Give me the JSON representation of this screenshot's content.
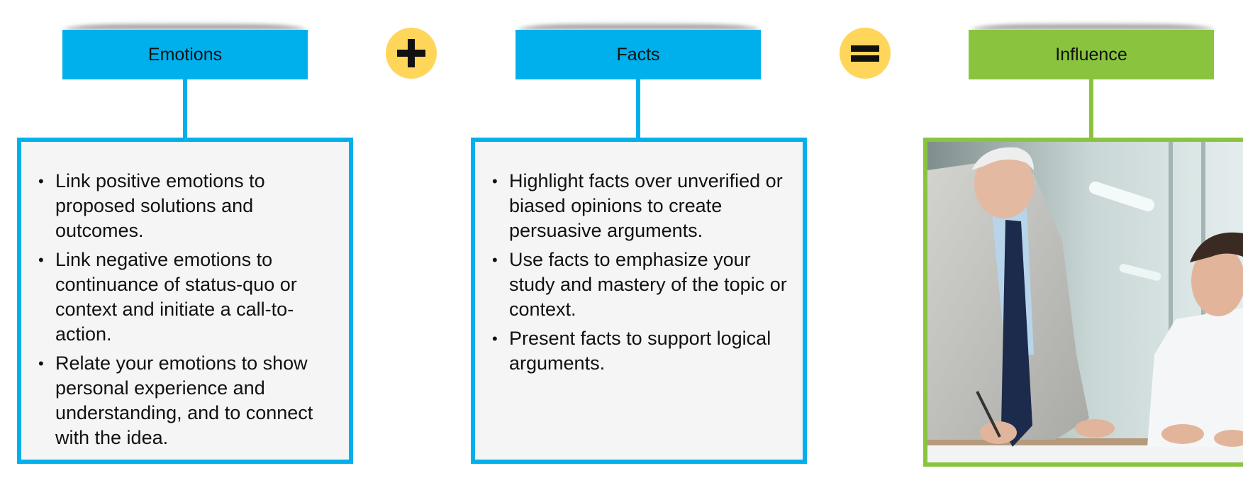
{
  "columns": [
    {
      "header": "Emotions",
      "bullets": [
        "Link positive emotions to proposed solutions and outcomes.",
        "Link negative emotions to continuance of status-quo or context and initiate a call-to-action.",
        "Relate your emotions to show personal experience and understanding, and to connect with the idea."
      ]
    },
    {
      "header": "Facts",
      "bullets": [
        "Highlight facts over unverified or biased opinions to create persuasive arguments.",
        "Use facts to emphasize your study and mastery of the topic or context.",
        "Present facts to support logical arguments."
      ]
    },
    {
      "header": "Influence"
    }
  ],
  "operators": [
    "plus-icon",
    "equals-icon"
  ],
  "colors": {
    "blue": "#00b0ec",
    "green": "#8ac43f",
    "operator": "#ffd65a",
    "box_fill": "#f5f5f5"
  },
  "photo": {
    "subject": "two businessmen reviewing documents at a desk"
  }
}
